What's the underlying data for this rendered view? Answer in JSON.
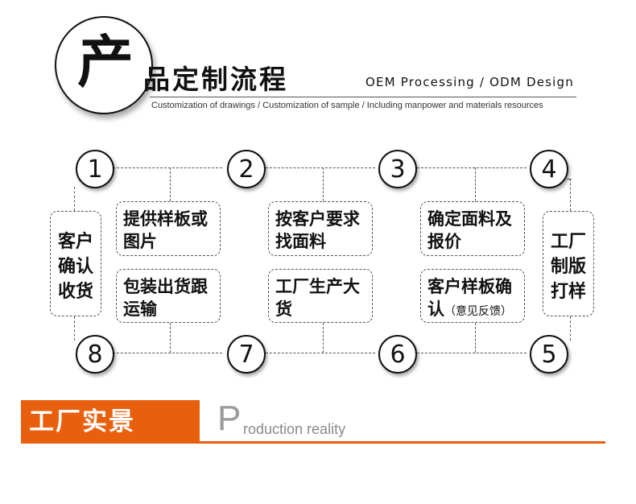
{
  "header": {
    "big_char": "产",
    "title": "品定制流程",
    "english_title": "OEM Processing / ODM Design",
    "subtitle": "Customization of drawings / Customization of sample / Including manpower and materials resources"
  },
  "steps": [
    {
      "number": "1",
      "label_line1": "客户",
      "label_line2": "确认",
      "label_line3": "收货"
    },
    {
      "number": "2",
      "label_line1": "提供样板或",
      "label_line2": "图片"
    },
    {
      "number": "3",
      "label_line1": "按客户要求",
      "label_line2": "找面料"
    },
    {
      "number": "4",
      "label_line1": "确定面料及",
      "label_line2": "报价"
    },
    {
      "number": "5",
      "label_line1": "工厂",
      "label_line2": "制版",
      "label_line3": "打样"
    },
    {
      "number": "6",
      "label_line1": "客户样板确",
      "label_line2": "认",
      "label_note": "（意见反馈）"
    },
    {
      "number": "7",
      "label_line1": "工厂生产大",
      "label_line2": "货"
    },
    {
      "number": "8",
      "label_line1": "包装出货跟",
      "label_line2": "运输"
    }
  ],
  "banner": {
    "chinese": "工厂实景",
    "english_initial": "P",
    "english_rest": "roduction reality",
    "accent_color": "#e8600e"
  }
}
